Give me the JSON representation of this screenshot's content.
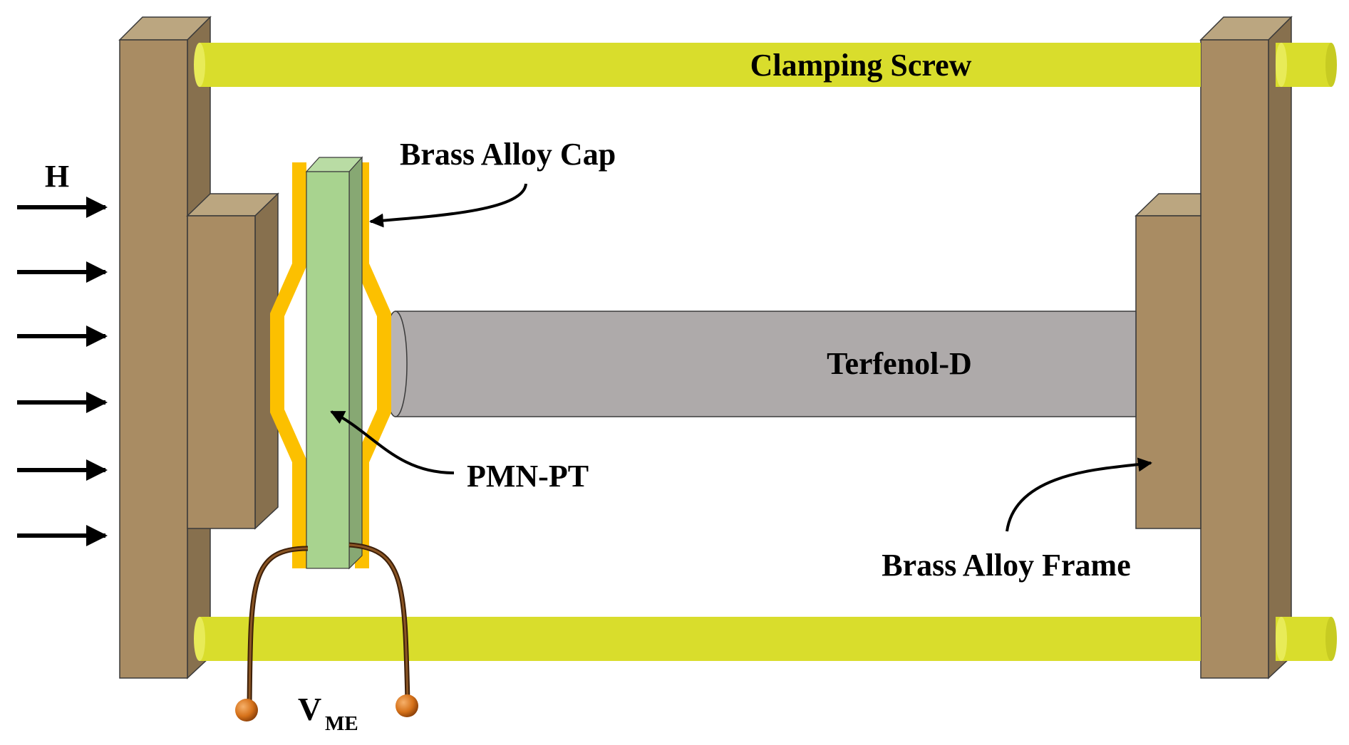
{
  "labels": {
    "clamping_screw": "Clamping Screw",
    "brass_alloy_cap": "Brass Alloy Cap",
    "field": "H",
    "terfenol": "Terfenol-D",
    "pmn_pt": "PMN-PT",
    "brass_alloy_frame": "Brass Alloy Frame",
    "voltage_main": "V",
    "voltage_sub": "ME"
  },
  "colors": {
    "frame_front": "#a98c63",
    "frame_top": "#bba680",
    "frame_side": "#87704e",
    "screw": "#d9dd2c",
    "cap": "#fcc000",
    "pmn_front": "#a8d38f",
    "pmn_side": "#87a873",
    "terfenol": "#aeaaaa",
    "wire": "#6b3c16",
    "electrode": "#d6721a"
  }
}
